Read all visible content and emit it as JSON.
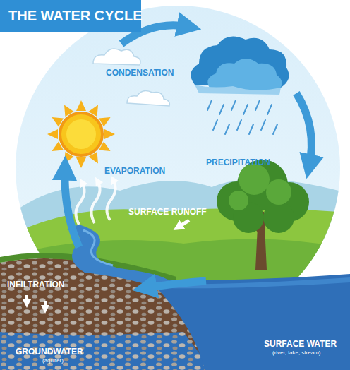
{
  "diagram": {
    "title": "THE WATER CYCLE",
    "labels": [
      "CONDENSATION",
      "PRECIPITATION",
      "EVAPORATION",
      "SURFACE RUNOFF",
      "INFILTRATION",
      "GROUNDWATER",
      "(aquifer)",
      "SURFACE WATER",
      "(river, lake, stream)"
    ]
  }
}
